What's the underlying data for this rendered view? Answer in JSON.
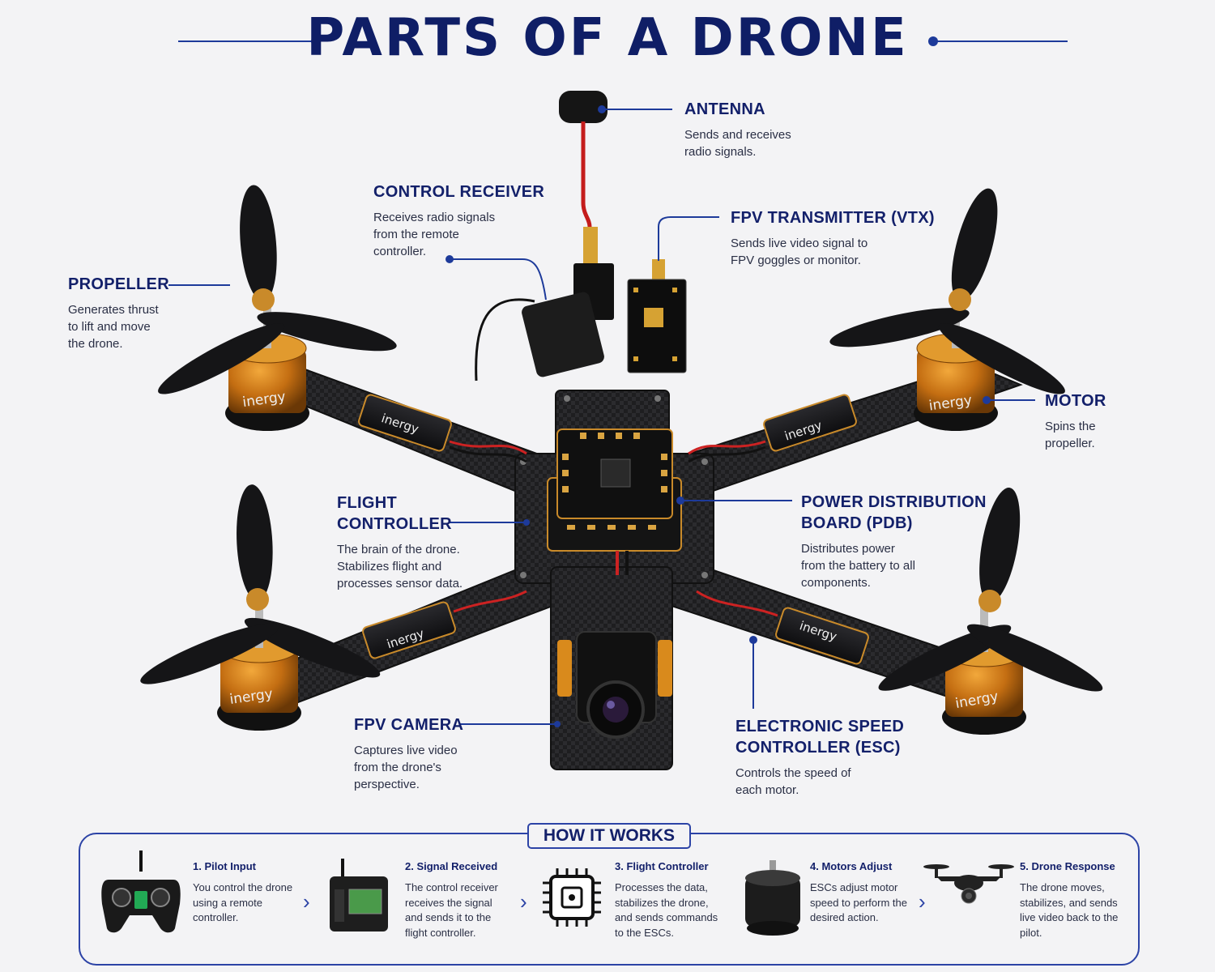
{
  "title": "PARTS OF A DRONE",
  "brand": "inergy",
  "colors": {
    "navy": "#13206a",
    "accent": "#2c43a6",
    "orange": "#d98a1c",
    "carbon": "#1c1c1e"
  },
  "parts": {
    "antenna": {
      "name": "ANTENNA",
      "desc": "Sends and receives radio signals."
    },
    "control_receiver": {
      "name": "CONTROL RECEIVER",
      "desc": "Receives radio signals from the remote controller."
    },
    "vtx": {
      "name": "FPV TRANSMITTER (VTX)",
      "desc": "Sends live video signal to FPV goggles or monitor."
    },
    "propeller": {
      "name": "PROPELLER",
      "desc": "Generates thrust to lift and move the drone."
    },
    "motor": {
      "name": "MOTOR",
      "desc": "Spins the propeller."
    },
    "flight_controller": {
      "name_line1": "FLIGHT",
      "name_line2": "CONTROLLER",
      "desc": "The brain of the drone. Stabilizes flight and processes sensor data."
    },
    "pdb": {
      "name_line1": "POWER DISTRIBUTION",
      "name_line2": "BOARD (PDB)",
      "desc": "Distributes power from the battery to all components."
    },
    "camera": {
      "name": "FPV CAMERA",
      "desc": "Captures live video from the drone's perspective."
    },
    "esc": {
      "name_line1": "ELECTRONIC SPEED",
      "name_line2": "CONTROLLER (ESC)",
      "desc": "Controls the speed of each motor."
    }
  },
  "how_it_works": {
    "title": "HOW IT WORKS",
    "steps": [
      {
        "title": "1. Pilot Input",
        "desc": "You control the drone using a remote controller.",
        "icon": "remote-controller-icon"
      },
      {
        "title": "2. Signal Received",
        "desc": "The control receiver receives the signal and sends it to the flight controller.",
        "icon": "receiver-icon"
      },
      {
        "title": "3. Flight Controller",
        "desc": "Processes the data, stabilizes the drone, and sends commands to the ESCs.",
        "icon": "chip-icon"
      },
      {
        "title": "4. Motors Adjust",
        "desc": "ESCs adjust motor speed to perform the desired action.",
        "icon": "motor-icon"
      },
      {
        "title": "5. Drone Response",
        "desc": "The drone moves, stabilizes, and sends live video back to the pilot.",
        "icon": "drone-icon"
      }
    ]
  }
}
